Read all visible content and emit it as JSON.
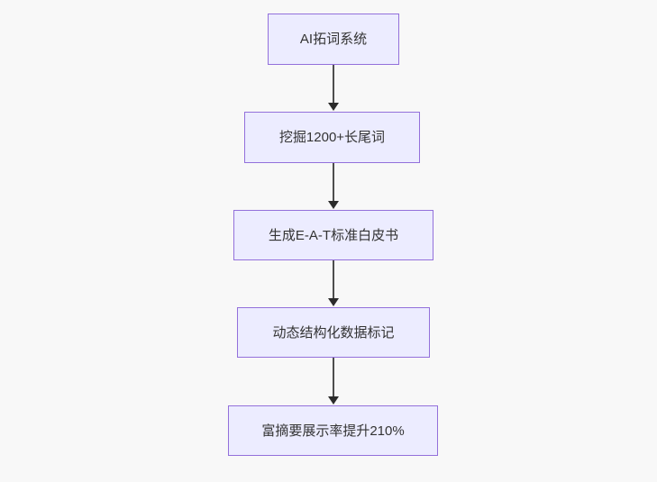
{
  "page": {
    "background_color": "#f8f8f8"
  },
  "flowchart": {
    "type": "flowchart-top-down",
    "node_fill_color": "#ececff",
    "node_border_color": "#9370db",
    "node_text_color": "#333333",
    "edge_color": "#4d4d4d",
    "nodes": [
      {
        "id": "A",
        "label": "AI拓词系统"
      },
      {
        "id": "B",
        "label": "挖掘1200+长尾词"
      },
      {
        "id": "C",
        "label": "生成E-A-T标准白皮书"
      },
      {
        "id": "D",
        "label": "动态结构化数据标记"
      },
      {
        "id": "E",
        "label": "富摘要展示率提升210%"
      }
    ],
    "edges": [
      {
        "from": "A",
        "to": "B"
      },
      {
        "from": "B",
        "to": "C"
      },
      {
        "from": "C",
        "to": "D"
      },
      {
        "from": "D",
        "to": "E"
      }
    ]
  }
}
